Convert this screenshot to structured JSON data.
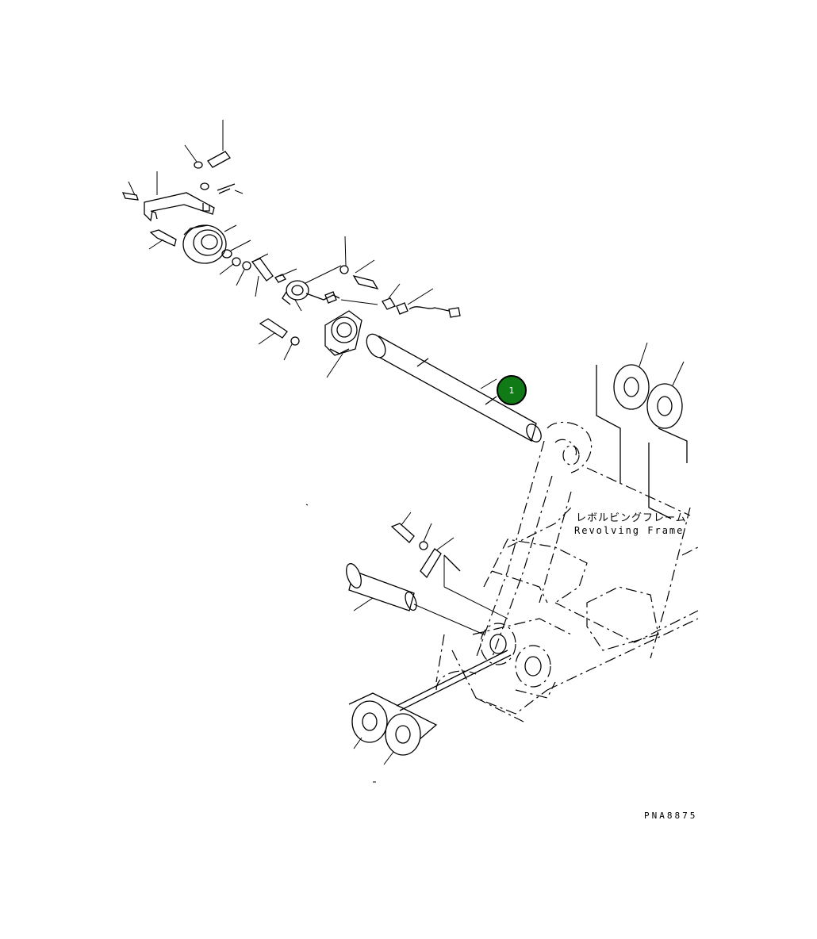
{
  "frame_label": {
    "japanese": "レボルビングフレーム",
    "english": "Revolving Frame"
  },
  "drawing_code": "PNA8875",
  "callouts": [
    {
      "number": "1",
      "color": "#0f7a16"
    }
  ]
}
